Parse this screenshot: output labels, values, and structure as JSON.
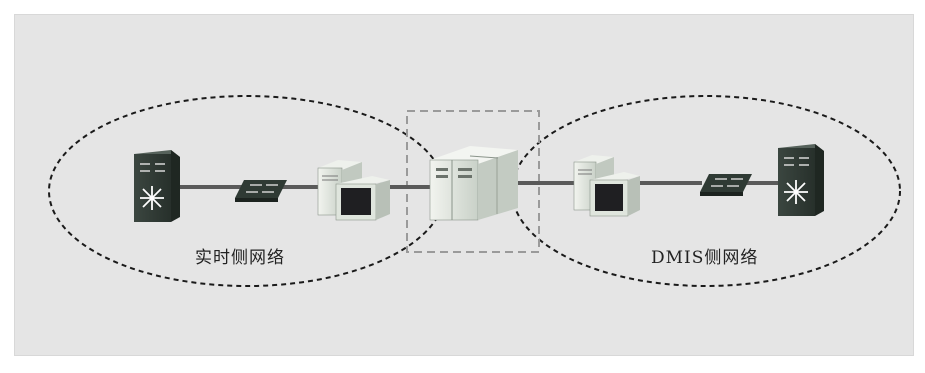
{
  "diagram": {
    "zones": [
      {
        "id": "realtime",
        "label": "实时侧网络"
      },
      {
        "id": "dmis",
        "label": "DMIS侧网络"
      }
    ],
    "nodes": [
      {
        "id": "core-switch-left",
        "type": "core-switch"
      },
      {
        "id": "hub-left",
        "type": "hub"
      },
      {
        "id": "workstation-left",
        "type": "workstation"
      },
      {
        "id": "isolation-server",
        "type": "server-cluster"
      },
      {
        "id": "workstation-right",
        "type": "workstation"
      },
      {
        "id": "hub-right",
        "type": "hub"
      },
      {
        "id": "core-switch-right",
        "type": "core-switch"
      }
    ],
    "links": [
      [
        "core-switch-left",
        "hub-left"
      ],
      [
        "hub-left",
        "workstation-left"
      ],
      [
        "workstation-left",
        "isolation-server"
      ],
      [
        "isolation-server",
        "workstation-right"
      ],
      [
        "workstation-right",
        "hub-right"
      ],
      [
        "hub-right",
        "core-switch-right"
      ]
    ],
    "colors": {
      "background": "#e5e5e5",
      "link": "#5a5a5a",
      "switch": "#2f3a34",
      "equipment": "#dfe6df",
      "ellipse": "#1a1a1a",
      "isolation_box": "#9a9a9a"
    }
  }
}
